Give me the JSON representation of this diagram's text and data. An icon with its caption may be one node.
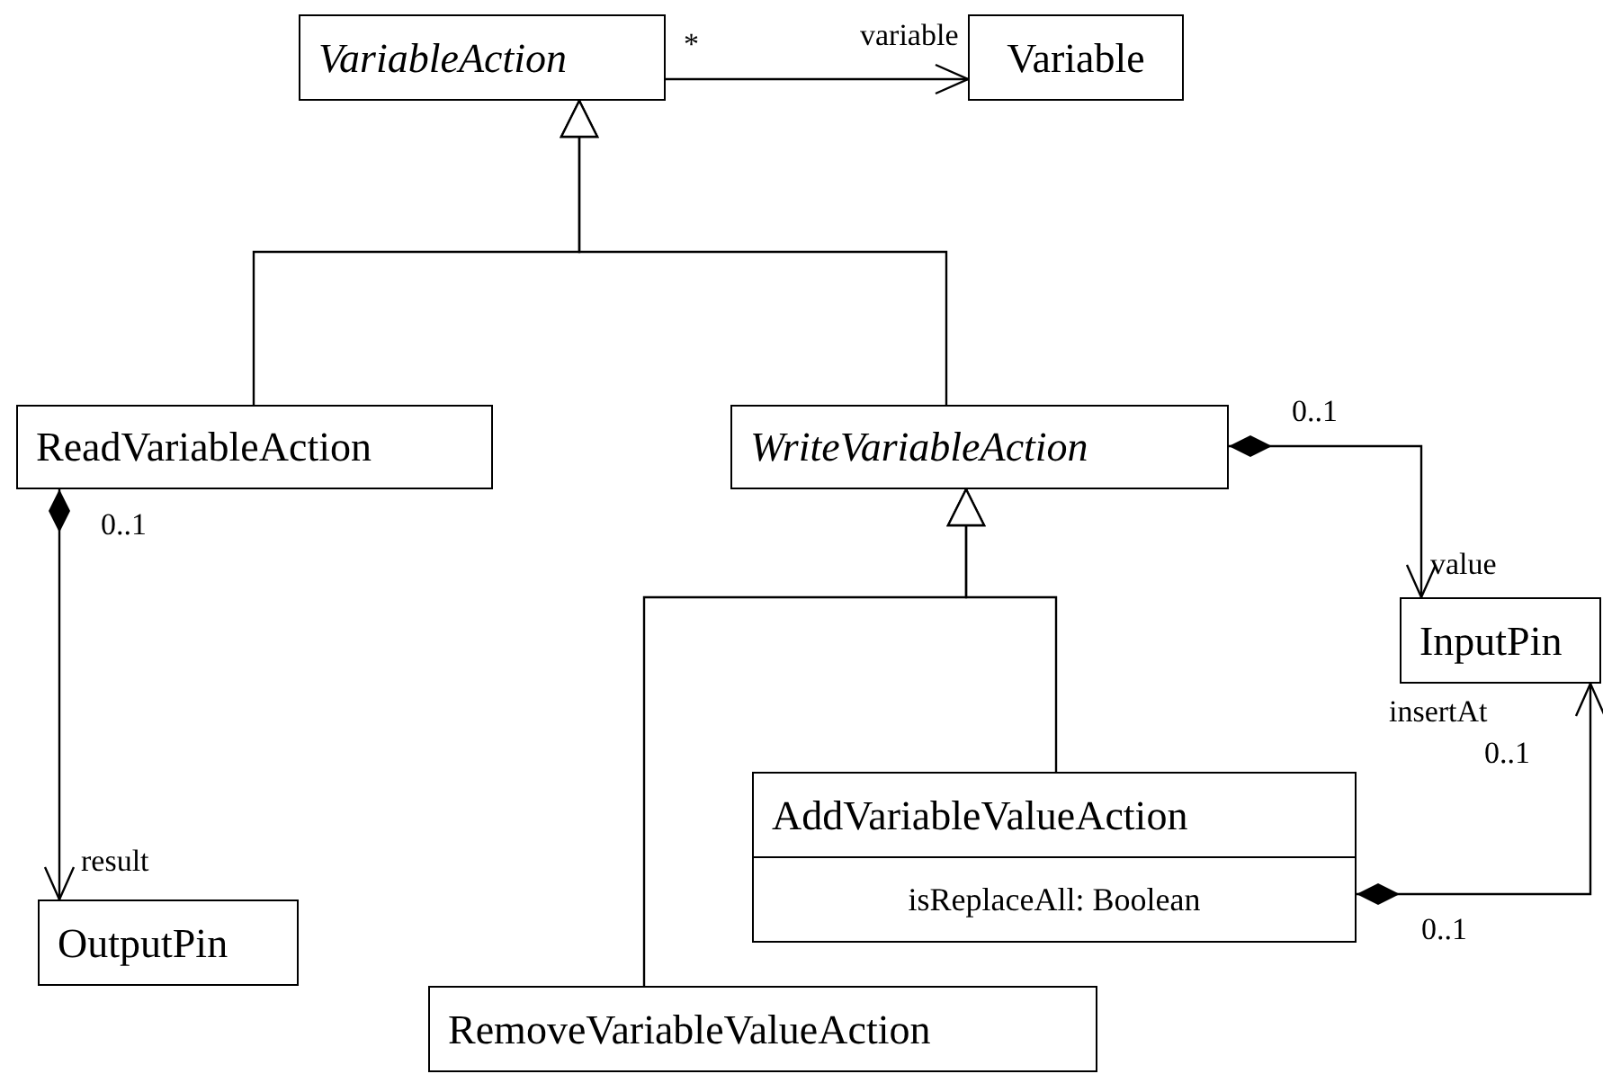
{
  "diagram": {
    "nodes": [
      {
        "text": [
          "VariableAction"
        ]
      },
      {
        "text": [
          "Variable"
        ]
      },
      {
        "text": [
          "ReadVariableAction"
        ]
      },
      {
        "text": [
          "WriteVariableAction"
        ]
      },
      {
        "text": [
          "InputPin"
        ]
      },
      {
        "text": [
          "AddVariableValueAction",
          "isReplaceAll: Boolean"
        ]
      },
      {
        "text": [
          "OutputPin"
        ]
      },
      {
        "text": [
          "RemoveVariableValueAction"
        ]
      }
    ],
    "edges": [
      {
        "from": 0,
        "to": 1,
        "arrow": "to",
        "label": "variable"
      },
      {
        "from": 2,
        "to": 0,
        "arrow": "to"
      },
      {
        "from": 3,
        "to": 0,
        "arrow": "to"
      },
      {
        "from": 5,
        "to": 3,
        "arrow": "to"
      },
      {
        "from": 7,
        "to": 3,
        "arrow": "to"
      },
      {
        "from": 3,
        "to": 4,
        "arrow": "to",
        "label": "value"
      },
      {
        "from": 2,
        "to": 6,
        "arrow": "to",
        "label": "result"
      },
      {
        "from": 5,
        "to": 4,
        "arrow": "to",
        "label": "insertAt"
      }
    ],
    "labels": [
      "*",
      "0..1",
      "0..1",
      "0..1",
      "0..1"
    ]
  }
}
